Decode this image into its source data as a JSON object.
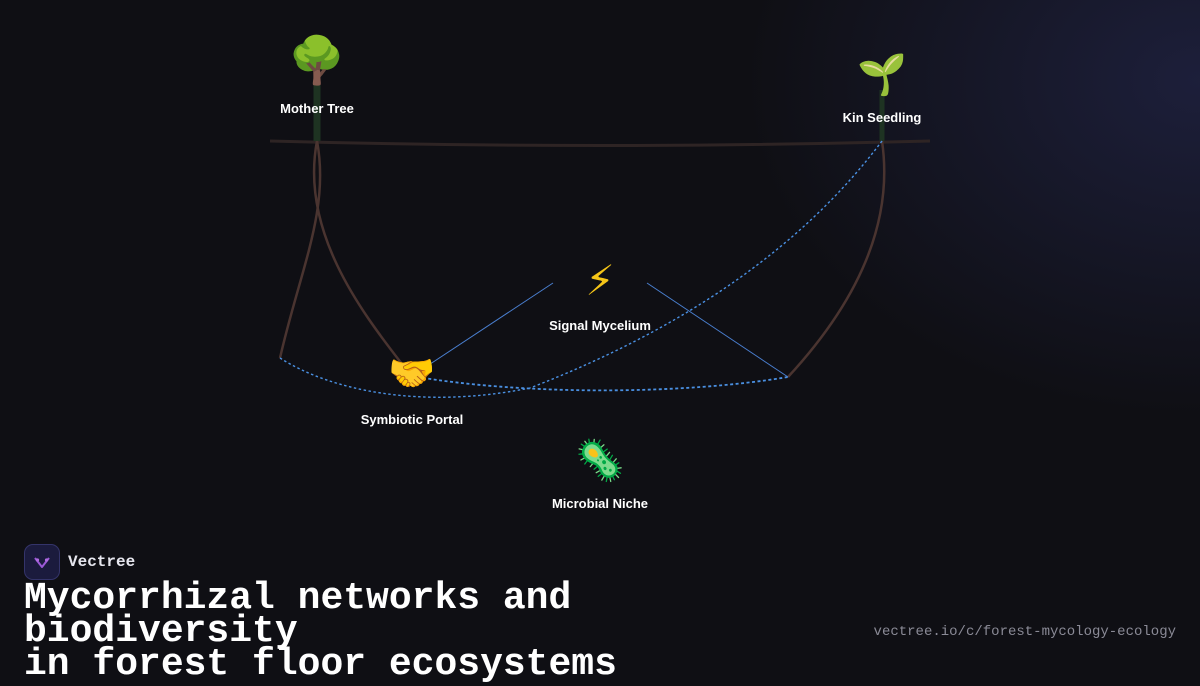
{
  "diagram": {
    "nodes": [
      {
        "id": "mother-tree",
        "emoji": "🌳",
        "label": "Mother Tree"
      },
      {
        "id": "kin-seedling",
        "emoji": "🌱",
        "label": "Kin Seedling"
      },
      {
        "id": "signal-mycelium",
        "emoji": "⚡",
        "label": "Signal Mycelium"
      },
      {
        "id": "symbiotic-portal",
        "emoji": "🤝",
        "label": "Symbiotic Portal"
      },
      {
        "id": "microbial-niche",
        "emoji": "🦠",
        "label": "Microbial Niche"
      }
    ],
    "colors": {
      "root": "#4a3430",
      "trunk": "#1e3322",
      "ground": "#2e2424",
      "mycelium_link": "#4a90e2",
      "signal_link": "#4a7fd0"
    }
  },
  "brand": {
    "name": "Vectree",
    "icon": "vectree-logo-icon"
  },
  "title": {
    "line1": "Mycorrhizal networks and biodiversity",
    "line2": "in forest floor ecosystems"
  },
  "footer": {
    "url": "vectree.io/c/forest-mycology-ecology"
  }
}
